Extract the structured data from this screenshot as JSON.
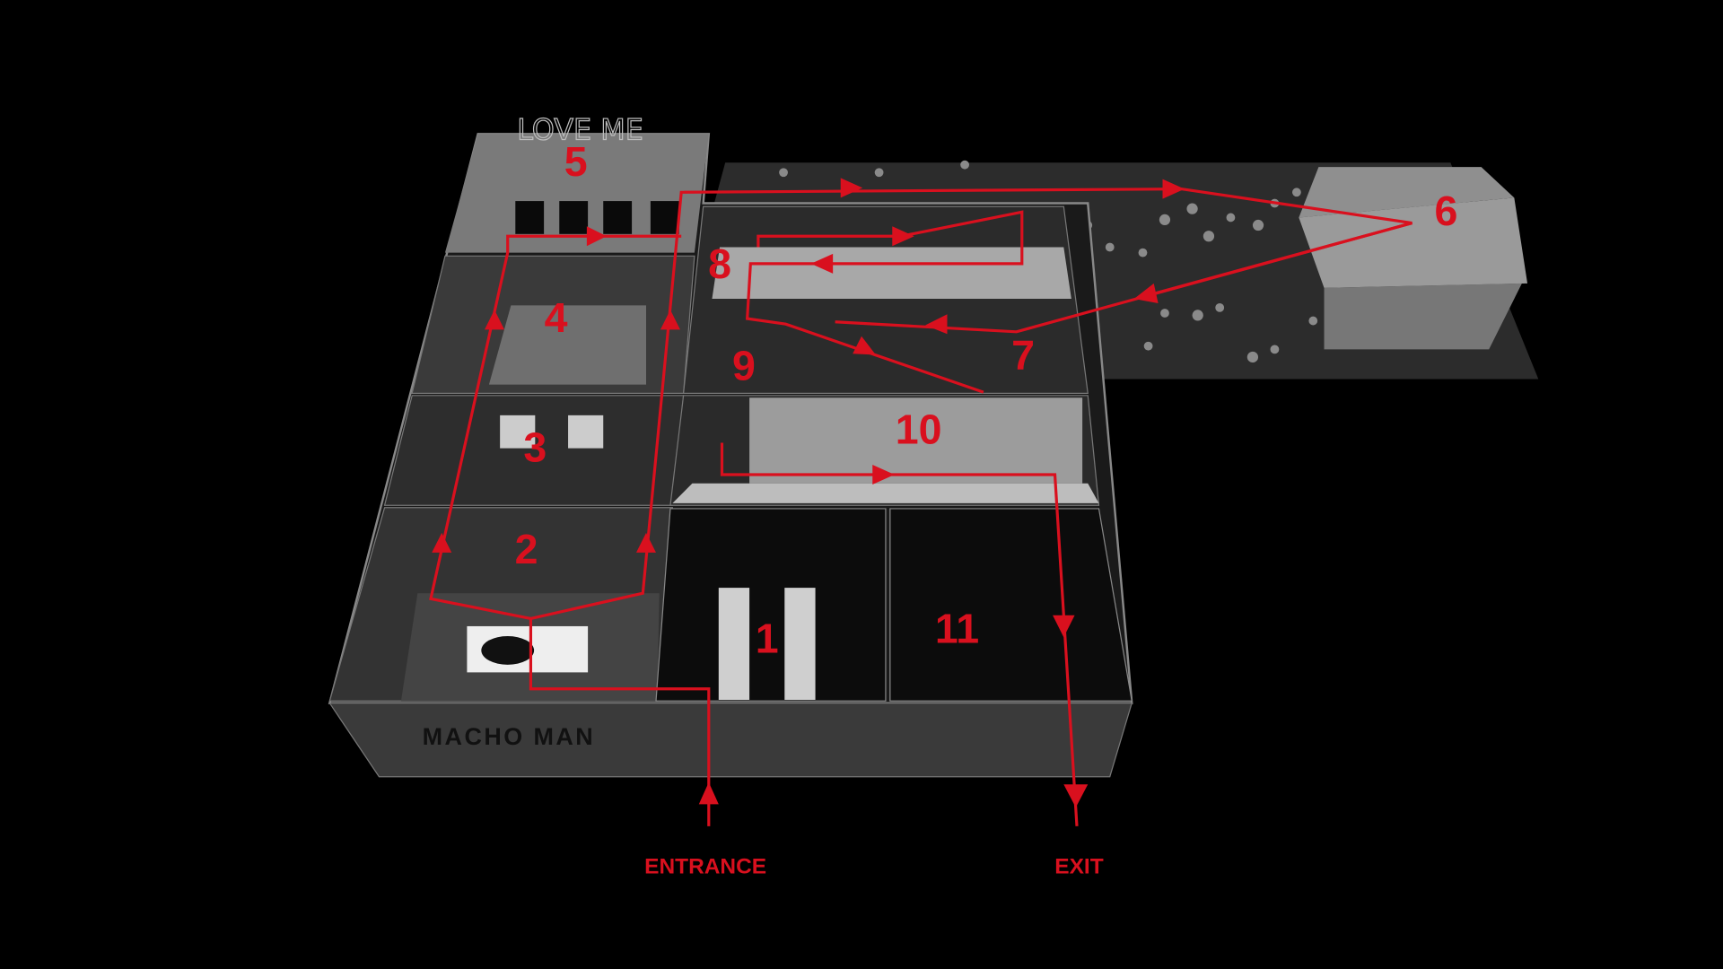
{
  "colors": {
    "route": "#d9101e",
    "background": "#000000"
  },
  "signs": {
    "love_me": "LOVE ME",
    "macho_man": "MACHO MAN"
  },
  "labels": {
    "entrance": "ENTRANCE",
    "exit": "EXIT"
  },
  "rooms": [
    "1",
    "2",
    "3",
    "4",
    "5",
    "6",
    "7",
    "8",
    "9",
    "10",
    "11"
  ]
}
